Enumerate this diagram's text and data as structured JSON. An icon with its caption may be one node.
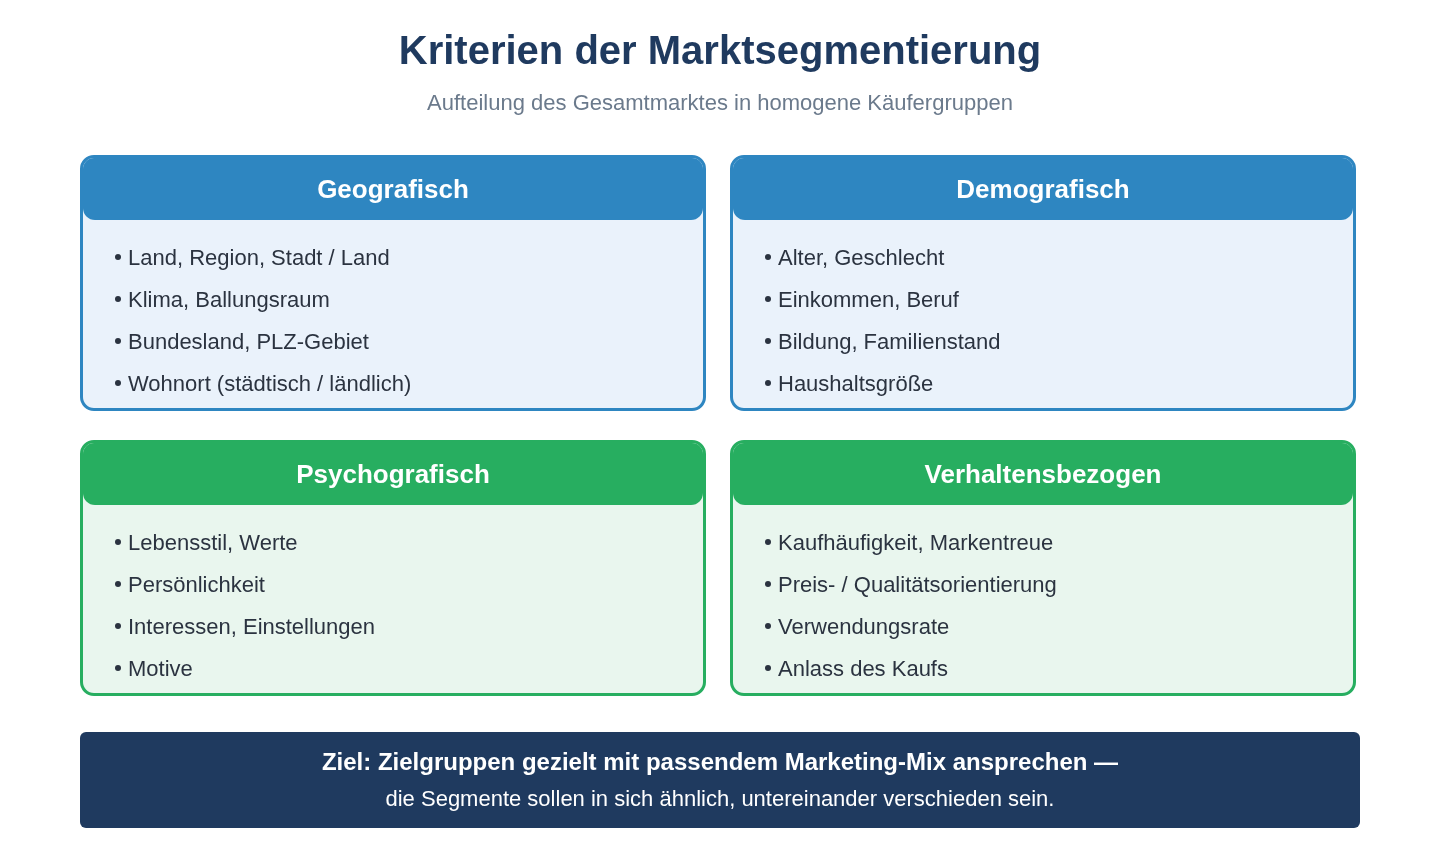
{
  "diagram": {
    "title": "Kriterien der Marktsegmentierung",
    "nodes": [
      {
        "text": [
          "Geografisch",
          "Land, Region, Stadt / Land",
          "Klima, Ballungsraum",
          "Bundesland, PLZ-Gebiet",
          "Wohnort (städtisch / ländlich)"
        ]
      },
      {
        "text": [
          "Demografisch",
          "Alter, Geschlecht",
          "Einkommen, Beruf",
          "Bildung, Familienstand",
          "Haushaltsgröße"
        ]
      },
      {
        "text": [
          "Psychografisch",
          "Lebensstil, Werte",
          "Persönlichkeit",
          "Interessen, Einstellungen",
          "Motive"
        ]
      },
      {
        "text": [
          "Verhaltensbezogen",
          "Kaufhäufigkeit, Markentreue",
          "Preis- / Qualitätsorientierung",
          "Verwendungsrate",
          "Anlass des Kaufs"
        ]
      },
      {
        "text": [
          "Ziel: Zielgruppen gezielt mit passendem Marketing-Mix ansprechen —",
          "die Segmente sollen in sich ähnlich, untereinander verschieden sein."
        ]
      }
    ],
    "labels": [
      "Aufteilung des Gesamtmarktes in homogene Käufergruppen"
    ]
  }
}
